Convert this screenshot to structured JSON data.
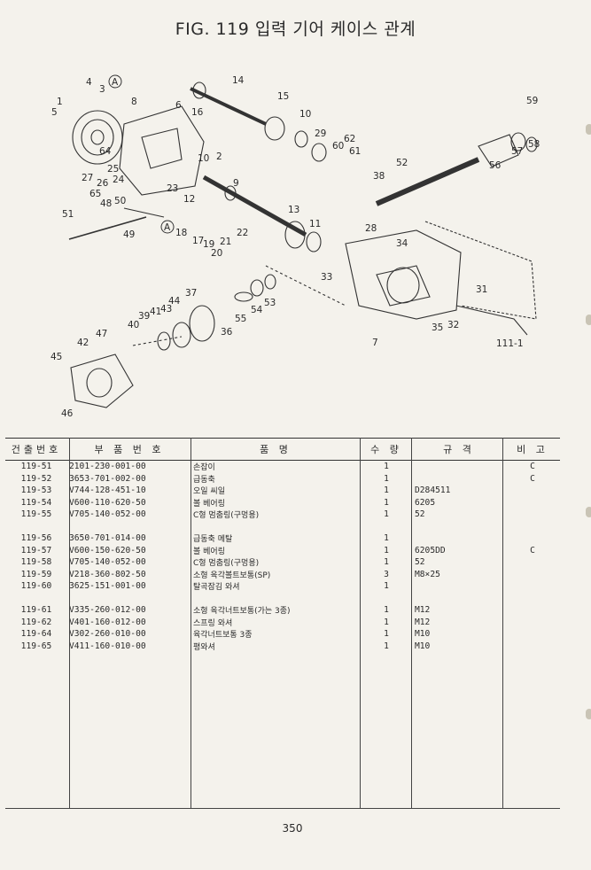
{
  "title": "FIG. 119 입력 기어 케이스 관계",
  "page_number": "350",
  "diagram": {
    "callouts": [
      "1",
      "2",
      "3",
      "4",
      "5",
      "6",
      "7",
      "8",
      "10",
      "10",
      "11",
      "12",
      "13",
      "14",
      "15",
      "16",
      "17",
      "18",
      "19",
      "20",
      "21",
      "22",
      "23",
      "24",
      "25",
      "26",
      "27",
      "28",
      "29",
      "31",
      "32",
      "33",
      "34",
      "35",
      "36",
      "37",
      "38",
      "39",
      "40",
      "41",
      "42",
      "43",
      "44",
      "45",
      "46",
      "47",
      "48",
      "49",
      "50",
      "51",
      "52",
      "53",
      "54",
      "55",
      "56",
      "57",
      "58",
      "59",
      "60",
      "61",
      "62",
      "64",
      "65",
      "9",
      "111-1",
      "A",
      "A"
    ]
  },
  "table": {
    "headers": [
      "건출번호",
      "부 품 번 호",
      "품 명",
      "수 량",
      "규 격",
      "비 고"
    ],
    "rows": [
      [
        "119-51",
        "2101-230-001-00",
        "손잡이",
        "1",
        "",
        "C"
      ],
      [
        "119-52",
        "3653-701-002-00",
        "급동축",
        "1",
        "",
        "C"
      ],
      [
        "119-53",
        "V744-128-451-10",
        "오일 씨일",
        "1",
        "D284511",
        ""
      ],
      [
        "119-54",
        "V600-110-620-50",
        "볼 베어링",
        "1",
        "6205",
        ""
      ],
      [
        "119-55",
        "V705-140-052-00",
        "C형 멈춤링(구멍용)",
        "1",
        "52",
        ""
      ],
      [
        "",
        "",
        "",
        "",
        "",
        ""
      ],
      [
        "119-56",
        "3650-701-014-00",
        "급동축 메탈",
        "1",
        "",
        ""
      ],
      [
        "119-57",
        "V600-150-620-50",
        "볼 베어링",
        "1",
        "6205DD",
        "C"
      ],
      [
        "119-58",
        "V705-140-052-00",
        "C형 멈춤링(구멍용)",
        "1",
        "52",
        ""
      ],
      [
        "119-59",
        "V218-360-802-50",
        "소형 육각볼트보통(SP)",
        "3",
        "M8×25",
        ""
      ],
      [
        "119-60",
        "3625-151-001-00",
        "탈곡잠김 와셔",
        "1",
        "",
        ""
      ],
      [
        "",
        "",
        "",
        "",
        "",
        ""
      ],
      [
        "119-61",
        "V335-260-012-00",
        "소형 육각너트보통(가는 3종)",
        "1",
        "M12",
        ""
      ],
      [
        "119-62",
        "V401-160-012-00",
        "스프링 와셔",
        "1",
        "M12",
        ""
      ],
      [
        "119-64",
        "V302-260-010-00",
        "육각너트보통 3종",
        "1",
        "M10",
        ""
      ],
      [
        "119-65",
        "V411-160-010-00",
        "평와셔",
        "1",
        "M10",
        ""
      ]
    ]
  }
}
